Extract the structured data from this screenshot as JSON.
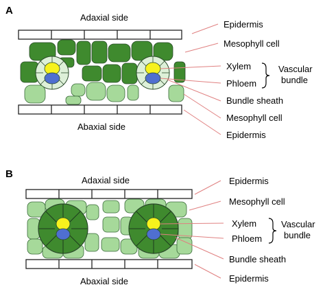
{
  "panels": [
    {
      "panel_letter": "A",
      "adaxial_label": "Adaxial side",
      "abaxial_label": "Abaxial side",
      "labels": {
        "epidermis_top": "Epidermis",
        "mesophyll_top": "Mesophyll cell",
        "xylem": "Xylem",
        "phloem": "Phloem",
        "vascular_bundle": [
          "Vascular",
          "bundle"
        ],
        "bundle_sheath": "Bundle sheath",
        "mesophyll_bottom": "Mesophyll cell",
        "epidermis_bottom": "Epidermis"
      }
    },
    {
      "panel_letter": "B",
      "adaxial_label": "Adaxial side",
      "abaxial_label": "Abaxial side",
      "labels": {
        "epidermis_top": "Epidermis",
        "mesophyll": "Mesophyll cell",
        "xylem": "Xylem",
        "phloem": "Phloem",
        "vascular_bundle": [
          "Vascular",
          "bundle"
        ],
        "bundle_sheath": "Bundle sheath",
        "epidermis_bottom": "Epidermis"
      }
    }
  ],
  "colors": {
    "dark_mesophyll": "#3f8a2e",
    "light_mesophyll": "#a6d99a",
    "sheath_fill": "#ddf0d8",
    "xylem": "#f6f21d",
    "phloem": "#4f6fd0",
    "leader_line": "#e08080",
    "outline": "#2a4a2a"
  }
}
